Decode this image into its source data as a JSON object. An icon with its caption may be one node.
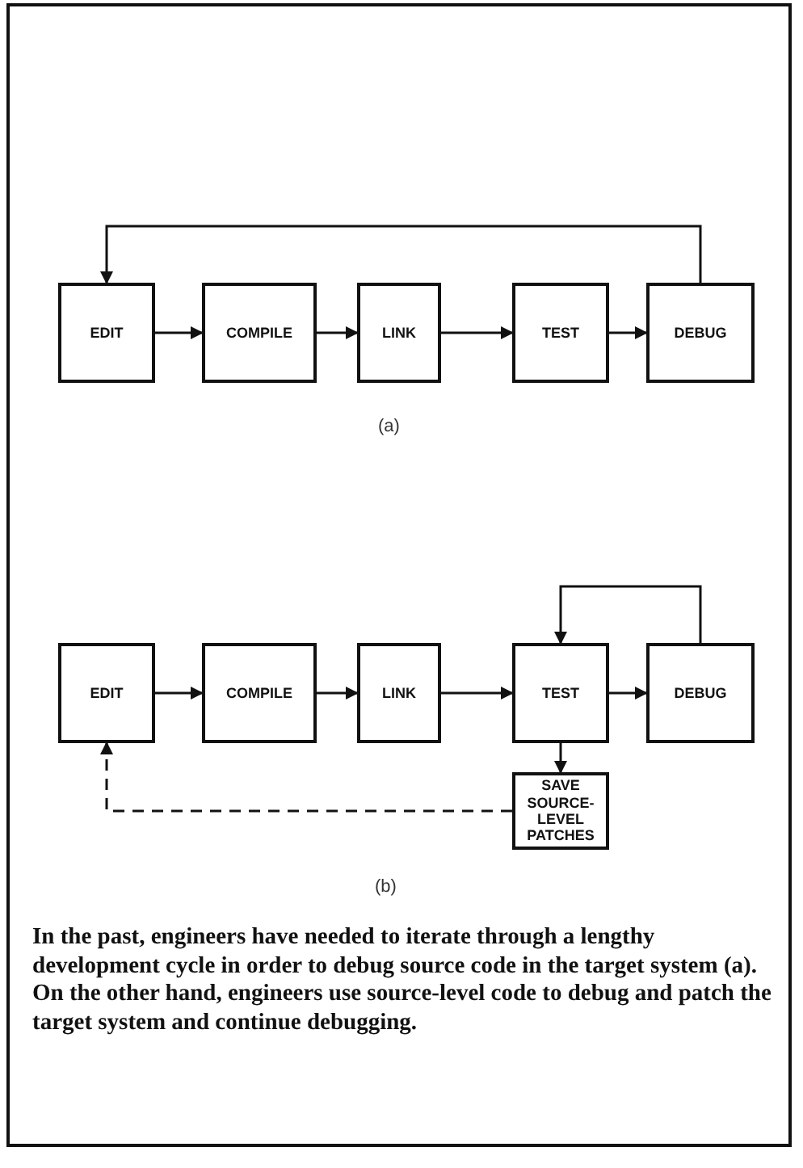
{
  "diagram": {
    "caption": "In the past, engineers have needed to iterate through a lengthy development cycle in order to debug source code in the target system (a). On the other hand, engineers use source-level code to debug and patch the target system and continue debugging.",
    "nodes": [
      {
        "text": [
          "EDIT"
        ]
      },
      {
        "text": [
          "COMPILE"
        ]
      },
      {
        "text": [
          "LINK"
        ]
      },
      {
        "text": [
          "TEST"
        ]
      },
      {
        "text": [
          "DEBUG"
        ]
      },
      {
        "text": [
          "EDIT"
        ]
      },
      {
        "text": [
          "COMPILE"
        ]
      },
      {
        "text": [
          "LINK"
        ]
      },
      {
        "text": [
          "TEST"
        ]
      },
      {
        "text": [
          "DEBUG"
        ]
      },
      {
        "text": [
          "SAVE SOURCE-LEVEL PATCHES"
        ]
      }
    ],
    "edges": [
      {
        "from": 0,
        "to": 1,
        "arrow": "to"
      },
      {
        "from": 1,
        "to": 2,
        "arrow": "to"
      },
      {
        "from": 2,
        "to": 3,
        "arrow": "to"
      },
      {
        "from": 3,
        "to": 4,
        "arrow": "to"
      },
      {
        "from": 4,
        "to": 0,
        "arrow": "to"
      },
      {
        "from": 5,
        "to": 6,
        "arrow": "to"
      },
      {
        "from": 6,
        "to": 7,
        "arrow": "to"
      },
      {
        "from": 7,
        "to": 8,
        "arrow": "to"
      },
      {
        "from": 8,
        "to": 9,
        "arrow": "to"
      },
      {
        "from": 9,
        "to": 8,
        "arrow": "to"
      },
      {
        "from": 8,
        "to": 10,
        "arrow": "to"
      },
      {
        "from": 10,
        "to": 5,
        "arrow": "to",
        "style": "dashed"
      }
    ],
    "labels": [
      "(a)",
      "(b)"
    ]
  }
}
